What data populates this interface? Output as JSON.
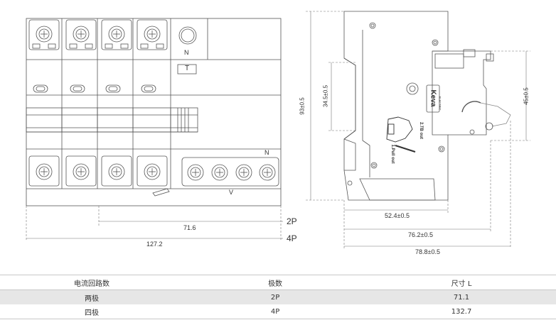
{
  "front_view": {
    "terminal_n_label_top": "N",
    "test_button_label": "T",
    "terminal_n_label_bottom": "N",
    "indicator_mark": "V",
    "dim_width_2p": "71.6",
    "dim_width_4p": "127.2",
    "pole_2p": "2P",
    "pole_4p": "4P"
  },
  "side_view": {
    "dim_height_total": "93±0.5",
    "dim_height_inner": "34.5±0.5",
    "dim_height_right": "45±0.5",
    "dim_depth_1": "52.4±0.5",
    "dim_depth_2": "76.2±0.5",
    "dim_depth_3": "78.8±0.5",
    "brand": "Keva",
    "brand_sub": "ELECTRIC",
    "state_on": "2.TB out",
    "state_off": "1.Pull out"
  },
  "table": {
    "headers": [
      "电流回路数",
      "极数",
      "尺寸 L"
    ],
    "rows": [
      [
        "两极",
        "2P",
        "71.1"
      ],
      [
        "四极",
        "4P",
        "132.7"
      ]
    ]
  }
}
